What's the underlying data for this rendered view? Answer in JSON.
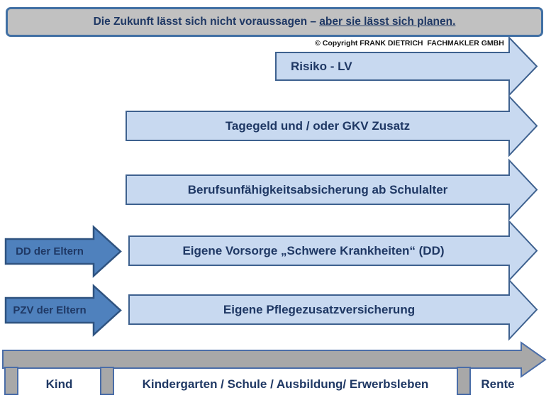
{
  "header": {
    "title_normal": "Die Zukunft lässt sich nicht voraussagen – ",
    "title_underlined": "aber sie lässt sich planen."
  },
  "copyright": "© Copyright FRANK DIETRICH  FACHMAKLER GMBH",
  "arrows": [
    {
      "label": "Risiko - LV"
    },
    {
      "label": "Tagegeld und / oder GKV Zusatz"
    },
    {
      "label": "Berufsunfähigkeitsabsicherung ab Schulalter"
    },
    {
      "label": "Eigene Vorsorge „Schwere Krankheiten“ (DD)"
    },
    {
      "label": "Eigene Pflegezusatzversicherung"
    }
  ],
  "side_arrows": [
    {
      "label": "DD der Eltern"
    },
    {
      "label": "PZV der Eltern"
    }
  ],
  "timeline": {
    "stages": [
      {
        "label": "Kind"
      },
      {
        "label": "Kindergarten / Schule / Ausbildung/ Erwerbsleben"
      },
      {
        "label": "Rente"
      }
    ]
  },
  "colors": {
    "light_arrow_fill": "#c8d9f0",
    "light_arrow_border": "#3e618f",
    "dark_arrow_fill": "#4f81bd",
    "dark_arrow_border": "#2f5380",
    "timeline_fill": "#a8a8a8",
    "timeline_border": "#4a6da8",
    "header_fill": "#c1c1c1",
    "header_border": "#4170a4",
    "text_navy": "#1f3864"
  }
}
